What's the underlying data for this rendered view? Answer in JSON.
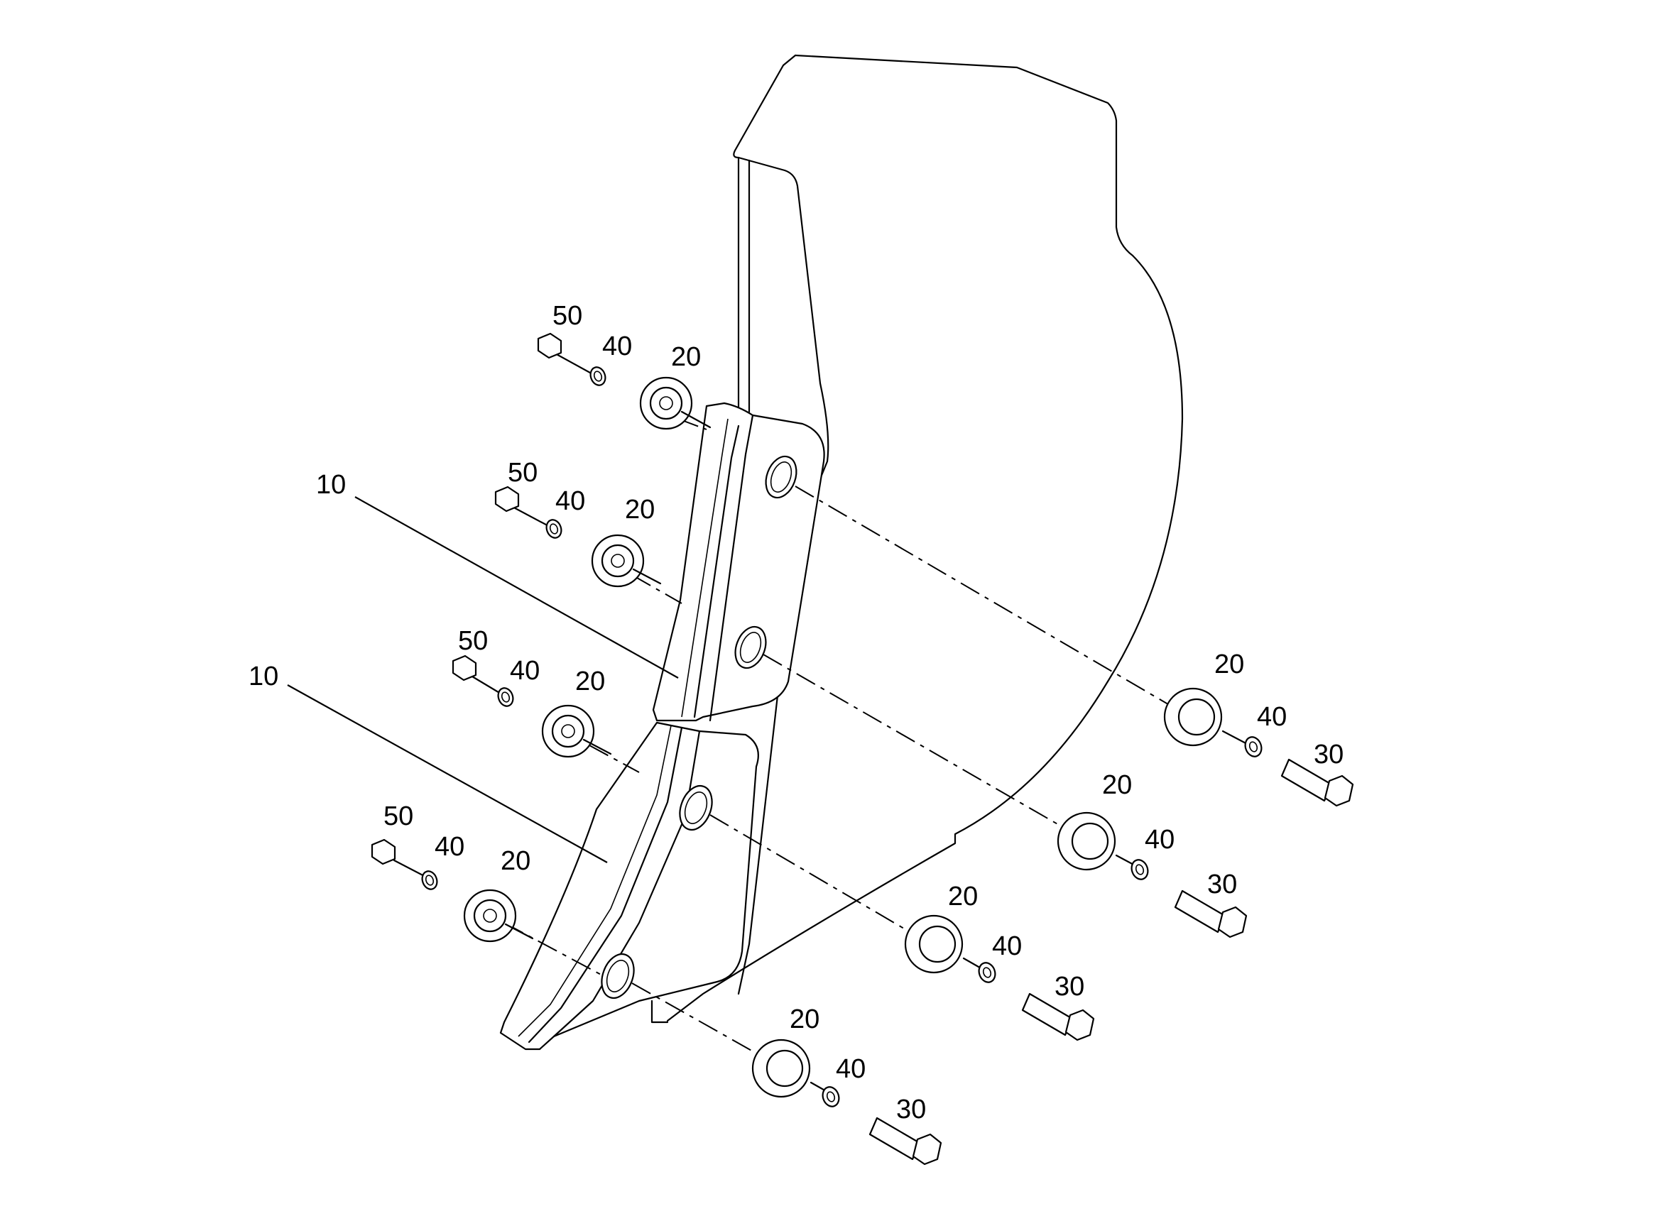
{
  "callouts": {
    "wear_plate_upper": "10",
    "wear_plate_lower": "10",
    "left_nut_1": "50",
    "left_washer_1": "40",
    "left_clamp_1": "20",
    "left_nut_2": "50",
    "left_washer_2": "40",
    "left_clamp_2": "20",
    "left_nut_3": "50",
    "left_washer_3": "40",
    "left_clamp_3": "20",
    "left_nut_4": "50",
    "left_washer_4": "40",
    "left_clamp_4": "20",
    "right_clamp_1": "20",
    "right_washer_1": "40",
    "right_bolt_1": "30",
    "right_clamp_2": "20",
    "right_washer_2": "40",
    "right_bolt_2": "30",
    "right_clamp_3": "20",
    "right_washer_3": "40",
    "right_bolt_3": "30",
    "right_clamp_4": "20",
    "right_washer_4": "40",
    "right_bolt_4": "30"
  }
}
